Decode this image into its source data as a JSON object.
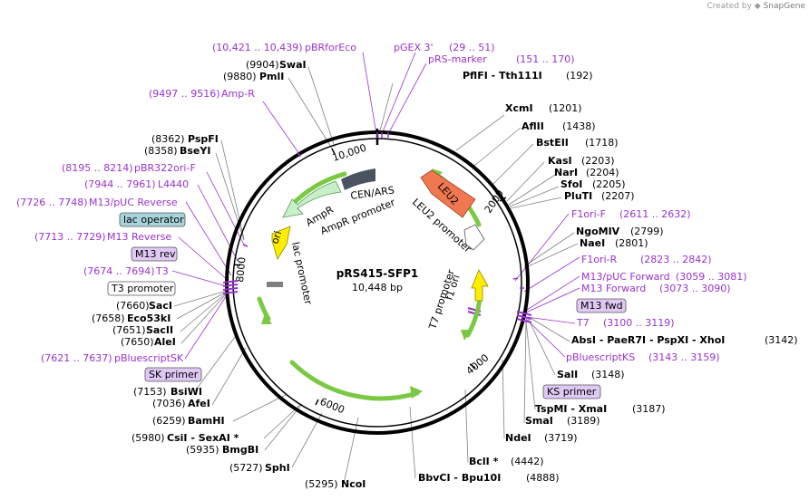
{
  "branding": {
    "created_by": "Created by",
    "app": "SnapGene"
  },
  "plasmid": {
    "name": "pRS415-SFP1",
    "length": "10,448 bp"
  },
  "ticks": [
    "2000",
    "4000",
    "6000",
    "8000",
    "10,000"
  ],
  "features": {
    "cen_ars": "CEN/ARS",
    "ampr": "AmpR",
    "ampr_promoter": "AmpR promoter",
    "ori": "ori",
    "lac_promoter": "lac promoter",
    "leu2": "LEU2",
    "leu2_promoter": "LEU2 promoter",
    "t7_promoter": "T7 promoter",
    "f1_ori": "f1 ori"
  },
  "enzymes_right": [
    {
      "pos": "(192)",
      "name": "PflFI  - Tth111I",
      "pos_after": true
    },
    {
      "pos": "(1201)",
      "name": "XcmI",
      "pos_after": true
    },
    {
      "pos": "(1438)",
      "name": "AflII",
      "pos_after": true
    },
    {
      "pos": "(1718)",
      "name": "BstEII",
      "pos_after": true
    },
    {
      "pos": "(2203)",
      "name": "KasI",
      "pos_after": true
    },
    {
      "pos": "(2204)",
      "name": "NarI",
      "pos_after": true
    },
    {
      "pos": "(2205)",
      "name": "SfoI",
      "pos_after": true
    },
    {
      "pos": "(2207)",
      "name": "PluTI",
      "pos_after": true
    },
    {
      "pos": "(2799)",
      "name": "NgoMIV",
      "pos_after": true
    },
    {
      "pos": "(2801)",
      "name": "NaeI",
      "pos_after": true
    },
    {
      "pos": "(3142)",
      "name": "AbsI  - PaeR7I  - PspXI  - XhoI",
      "pos_after": true
    },
    {
      "pos": "(3148)",
      "name": "SalI",
      "pos_after": true
    },
    {
      "pos": "(3187)",
      "name": "TspMI  - XmaI",
      "pos_after": true
    },
    {
      "pos": "(3189)",
      "name": "SmaI",
      "pos_after": true
    },
    {
      "pos": "(3719)",
      "name": "NdeI",
      "pos_after": true
    },
    {
      "pos": "(4442)",
      "name": "BclI *",
      "pos_after": true
    },
    {
      "pos": "(4888)",
      "name": "BbvCI  - Bpu10I",
      "pos_after": true
    }
  ],
  "enzymes_left": [
    {
      "pos": "(9904)",
      "name": "SwaI"
    },
    {
      "pos": "(9880)",
      "name": "PmlI"
    },
    {
      "pos": "(8362)",
      "name": "PspFI"
    },
    {
      "pos": "(8358)",
      "name": "BseYI"
    },
    {
      "pos": "(7660)",
      "name": "SacI"
    },
    {
      "pos": "(7658)",
      "name": "Eco53kI"
    },
    {
      "pos": "(7651)",
      "name": "SacII"
    },
    {
      "pos": "(7650)",
      "name": "AleI"
    },
    {
      "pos": "(7153)",
      "name": "BsiWI"
    },
    {
      "pos": "(7036)",
      "name": "AfeI"
    },
    {
      "pos": "(6259)",
      "name": "BamHI"
    },
    {
      "pos": "(5980)",
      "name": "CsiI  - SexAI *"
    },
    {
      "pos": "(5935)",
      "name": "BmgBI"
    },
    {
      "pos": "(5727)",
      "name": "SphI"
    },
    {
      "pos": "(5295)",
      "name": "NcoI"
    }
  ],
  "primers": {
    "pbrforeco": {
      "range": "(10,421 .. 10,439)",
      "name": "pBRforEco"
    },
    "pgex3": {
      "name": "pGEX 3'",
      "range": "(29 .. 51)"
    },
    "prs_marker": {
      "name": "pRS-marker",
      "range": "(151 .. 170)"
    },
    "ampr_primer": {
      "range": "(9497 .. 9516)",
      "name": "Amp-R"
    },
    "pbr322": {
      "range": "(8195 .. 8214)",
      "name": "pBR322ori-F"
    },
    "l4440": {
      "range": "(7944 .. 7961)",
      "name": "L4440"
    },
    "m13puc_rev": {
      "range": "(7726 .. 7748)",
      "name": "M13/pUC Reverse"
    },
    "m13_reverse": {
      "range": "(7713 .. 7729)",
      "name": "M13 Reverse"
    },
    "t3": {
      "range": "(7674 .. 7694)",
      "name": "T3"
    },
    "pbluescriptsk": {
      "range": "(7621 .. 7637)",
      "name": "pBluescriptSK"
    },
    "f1ori_r": {
      "name": "F1ori-R",
      "range": "(2823 .. 2842)"
    },
    "f1ori_f": {
      "name": "F1ori-F",
      "range": "(2611 .. 2632)"
    },
    "m13puc_fwd": {
      "name": "M13/pUC Forward",
      "range": "(3059 .. 3081)"
    },
    "m13_forward": {
      "name": "M13 Forward",
      "range": "(3073 .. 3090)"
    },
    "t7": {
      "name": "T7",
      "range": "(3100 .. 3119)"
    },
    "pbluescriptks": {
      "name": "pBluescriptKS",
      "range": "(3143 .. 3159)"
    }
  },
  "boxed": {
    "lac_operator": "lac operator",
    "m13_rev": "M13 rev",
    "t3_promoter": "T3 promoter",
    "sk_primer": "SK primer",
    "m13_fwd": "M13 fwd",
    "ks_primer": "KS primer"
  },
  "colors": {
    "purple": "#9932cc",
    "backbone": "#000000",
    "cen_ars": "#4a5460",
    "ampr": "#c8f0c8",
    "ori": "#ffee00",
    "leu2": "#f07850",
    "green_arrow": "#7ac943",
    "lac_operator_fill": "#a8d4dc",
    "primer_box_fill": "#e0c8f4",
    "gray_line": "#808080"
  }
}
